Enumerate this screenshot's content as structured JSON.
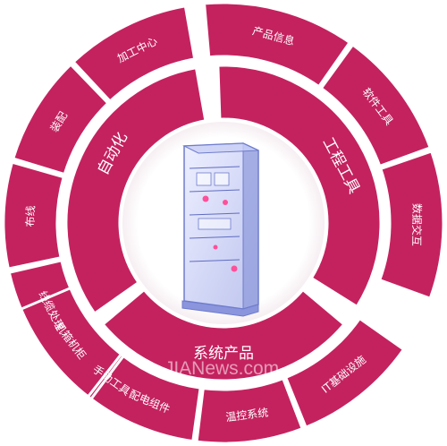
{
  "colors": {
    "segment": "#c4225f",
    "segment_dark": "#a8184f",
    "background": "#ffffff",
    "cabinet_frame": "#7d8bd6",
    "cabinet_glow": "#ff4f9a"
  },
  "center_icon": "electrical-cabinet-icon",
  "inner": {
    "automation": {
      "label": "自动化"
    },
    "engineering": {
      "label": "工程工具"
    },
    "system": {
      "label": "系统产品"
    }
  },
  "outer": {
    "machining_center": {
      "label": "加工中心"
    },
    "assembly": {
      "label": "装配"
    },
    "wiring": {
      "label": "布线"
    },
    "cable_processing": {
      "label": "线缆处理"
    },
    "hand_tools": {
      "label": "手动工具"
    },
    "product_info": {
      "label": "产品信息"
    },
    "software_tools": {
      "label": "软件工具"
    },
    "data_exchange": {
      "label": "数据交互"
    },
    "enclosures": {
      "label": "机箱机柜"
    },
    "power_distribution": {
      "label": "配电组件"
    },
    "climate_control": {
      "label": "温控系统"
    },
    "it_infrastructure": {
      "label": "IT基础设施"
    }
  },
  "watermark": "JIANews.com"
}
